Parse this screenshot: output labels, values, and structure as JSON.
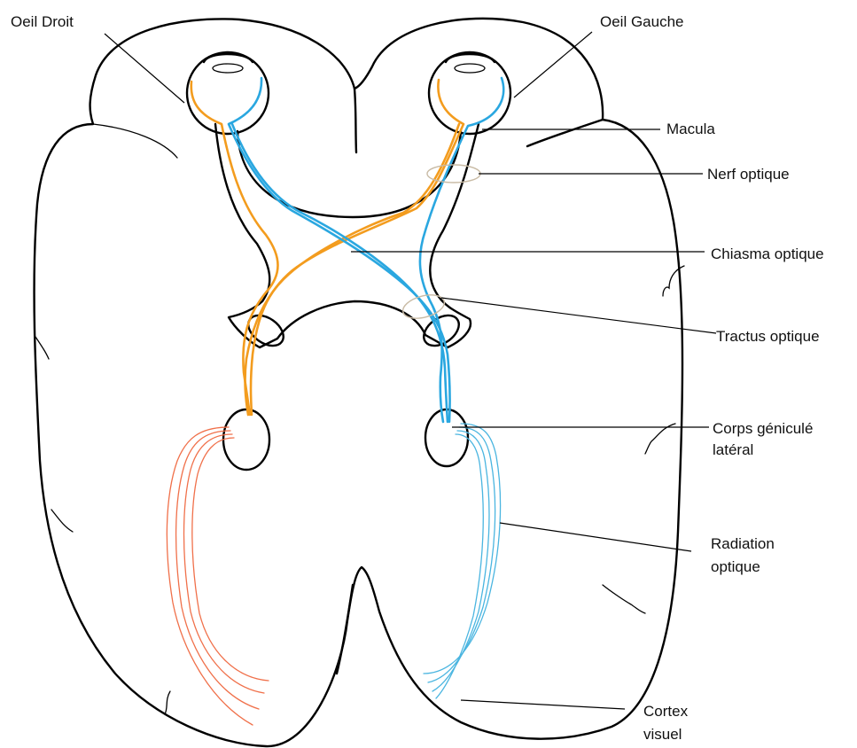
{
  "labels": {
    "oeil_droit": "Oeil Droit",
    "oeil_gauche": "Oeil Gauche",
    "macula": "Macula",
    "nerf_optique": "Nerf optique",
    "chiasma_optique": "Chiasma optique",
    "tractus_optique": "Tractus optique",
    "corps_geniculate_line1": "Corps géniculé",
    "corps_geniculate_line2": "latéral",
    "radiation_line1": "Radiation",
    "radiation_line2": "optique",
    "cortex_line1": "Cortex",
    "cortex_line2": "visuel"
  },
  "colors": {
    "right_eye_pathway": "#f39c1e",
    "left_eye_pathway": "#2aa7e0",
    "right_radiation": "#f0704a",
    "left_radiation": "#4ab5e0",
    "marker_ellipse": "#c9bba5",
    "outline": "#000000"
  }
}
